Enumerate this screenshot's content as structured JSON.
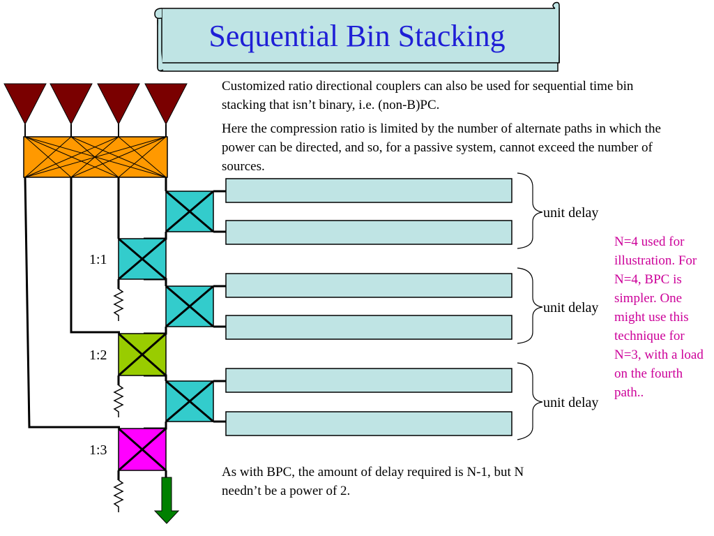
{
  "title": "Sequential Bin Stacking",
  "paragraphs": {
    "intro": "Customized ratio directional couplers can also be used for sequential time bin stacking that isn’t binary, i.e. (non-B)PC.",
    "compression": "Here the compression ratio is limited by the number of alternate paths in which the power can be directed, and so, for a passive system, cannot exceed the number of sources.",
    "conclusion": "As with BPC, the amount of delay required is N-1, but N needn’t be a power of 2."
  },
  "note": "N=4 used for illustration. For N=4, BPC is simpler. One might use this technique for N=3, with a load on the fourth path..",
  "coupler_ratios": [
    "1:1",
    "1:2",
    "1:3"
  ],
  "delay_labels": [
    "unit delay",
    "unit delay",
    "unit delay"
  ],
  "colors": {
    "title_text": "#1f1fd6",
    "banner_fill": "#bfe4e4",
    "source_fill": "#7a0000",
    "combiner_fill": "#ff9900",
    "delay_coupler_fill": "#33cccc",
    "coupler_1_1_fill": "#33cccc",
    "coupler_1_2_fill": "#99cc00",
    "coupler_1_3_fill": "#ff00ff",
    "delay_line_fill": "#bfe4e4",
    "output_arrow_fill": "#008000",
    "note_text": "#cc0099"
  },
  "icons": {
    "source": "triangle-down-icon",
    "load": "resistor-icon",
    "output": "arrow-down-icon"
  }
}
